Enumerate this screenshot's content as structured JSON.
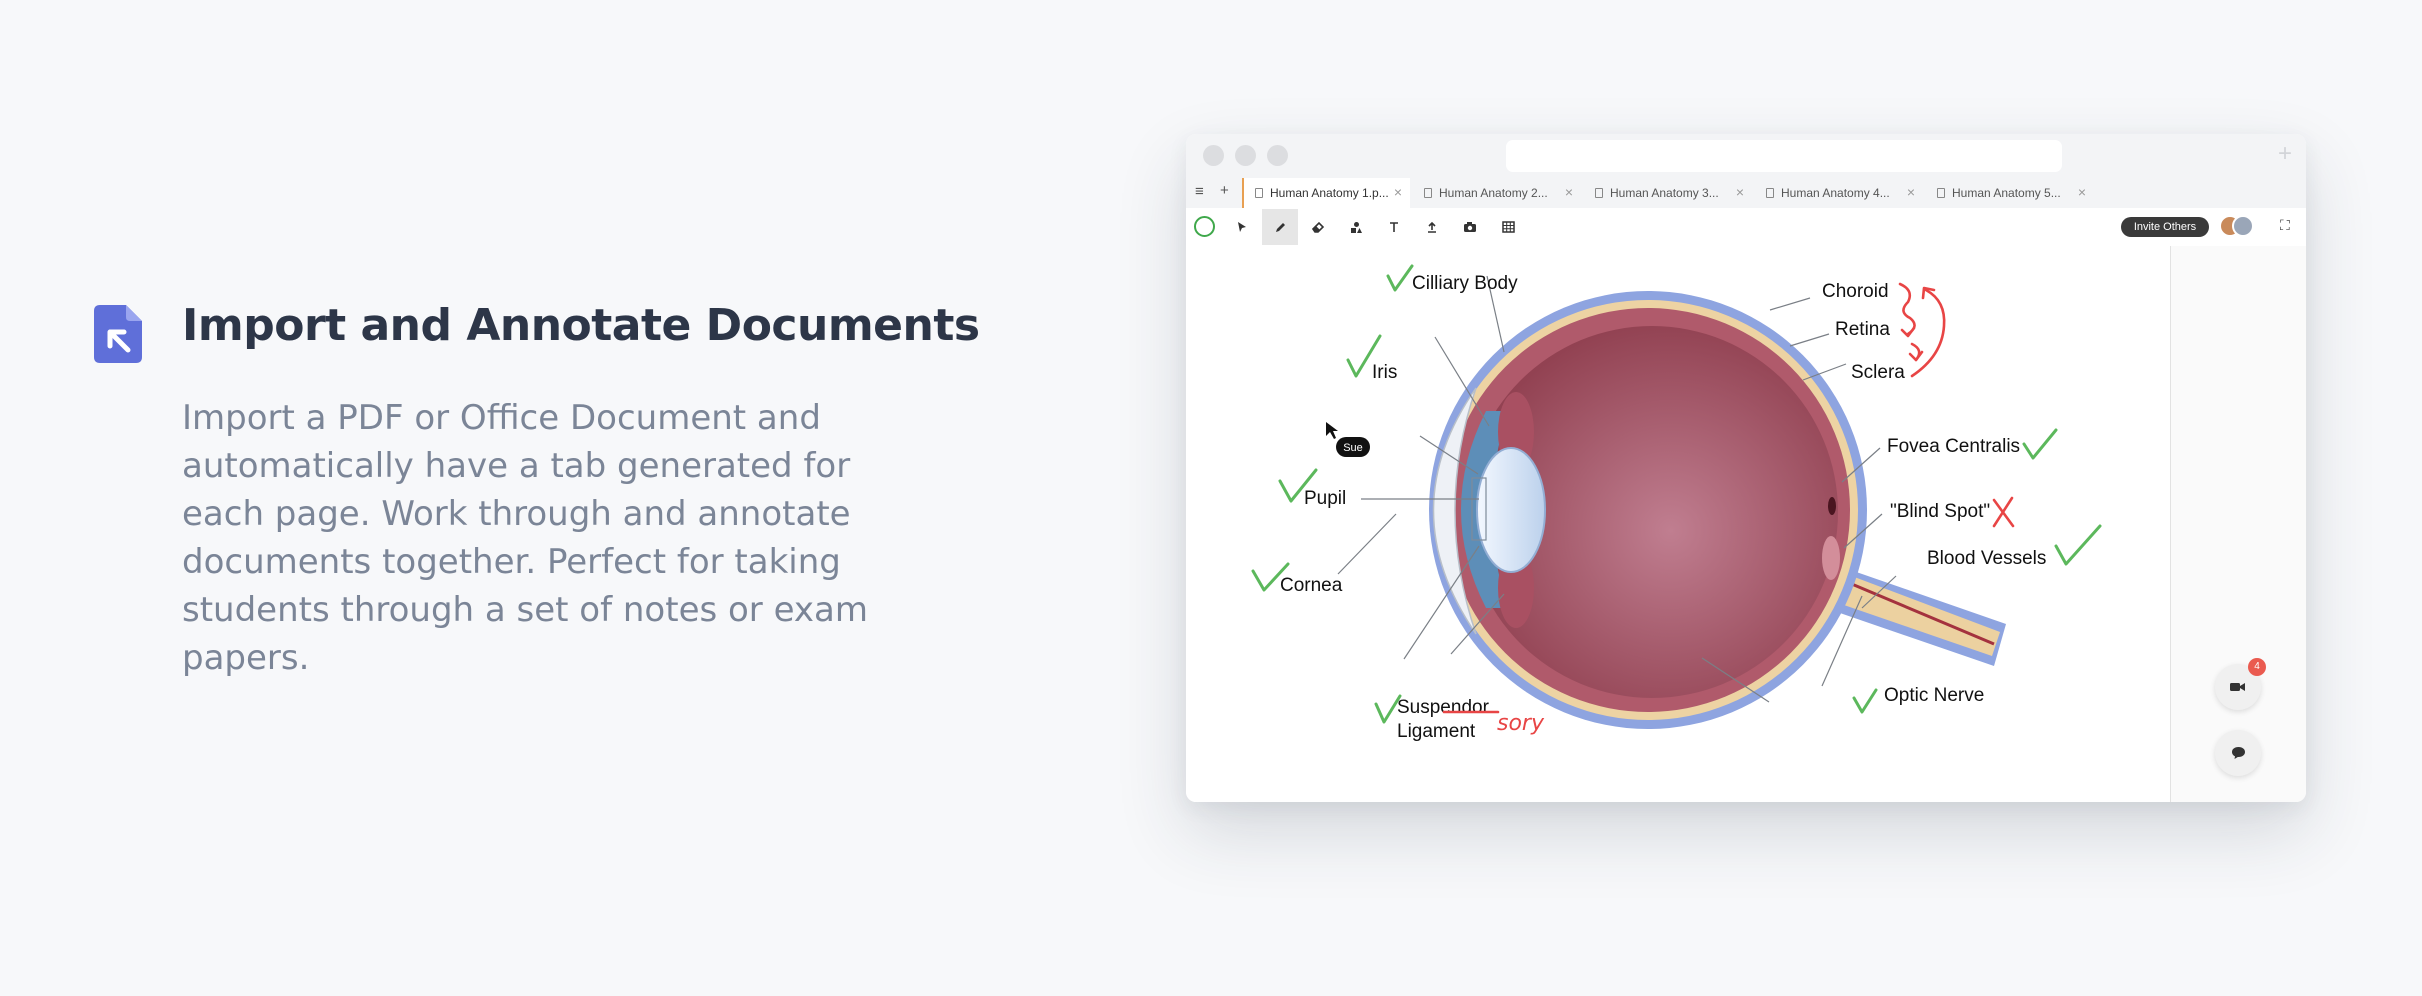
{
  "feature": {
    "icon": "document-import-icon",
    "title": "Import and Annotate Documents",
    "description": "Import a PDF or Office Document and automatically have a tab generated for each page. Work through and annotate documents together. Perfect for taking students through a set of notes or exam papers."
  },
  "browser": {
    "menu_icon": "≡",
    "new_tab_icon": "+",
    "new_window_icon": "+",
    "tabs": [
      {
        "label": "Human Anatomy 1.p...",
        "active": true
      },
      {
        "label": "Human Anatomy 2...",
        "active": false
      },
      {
        "label": "Human Anatomy 3...",
        "active": false
      },
      {
        "label": "Human Anatomy 4...",
        "active": false
      },
      {
        "label": "Human Anatomy 5...",
        "active": false
      }
    ],
    "toolbar": {
      "tools": [
        "select-arrow-icon",
        "pen-icon",
        "eraser-icon",
        "shapes-icon",
        "text-icon",
        "upload-icon",
        "camera-icon",
        "table-icon"
      ],
      "selected_tool": "pen-icon",
      "invite_label": "Invite Others",
      "accent_color": "#3fa84b"
    },
    "diagram": {
      "labels": {
        "ciliary_body": "Cilliary Body",
        "iris": "Iris",
        "pupil": "Pupil",
        "cornea": "Cornea",
        "suspensory_1": "Suspendor",
        "suspensory_2": "Ligament",
        "choroid": "Choroid",
        "retina": "Retina",
        "sclera": "Sclera",
        "fovea": "Fovea Centralis",
        "blind_spot": "\"Blind Spot\"",
        "blood_vessels": "Blood Vessels",
        "optic_nerve": "Optic Nerve"
      },
      "correction": "sory",
      "cursor_user": "Sue",
      "check_color": "#5cb85c",
      "mark_color": "#e84545"
    },
    "video_badge": "4"
  }
}
